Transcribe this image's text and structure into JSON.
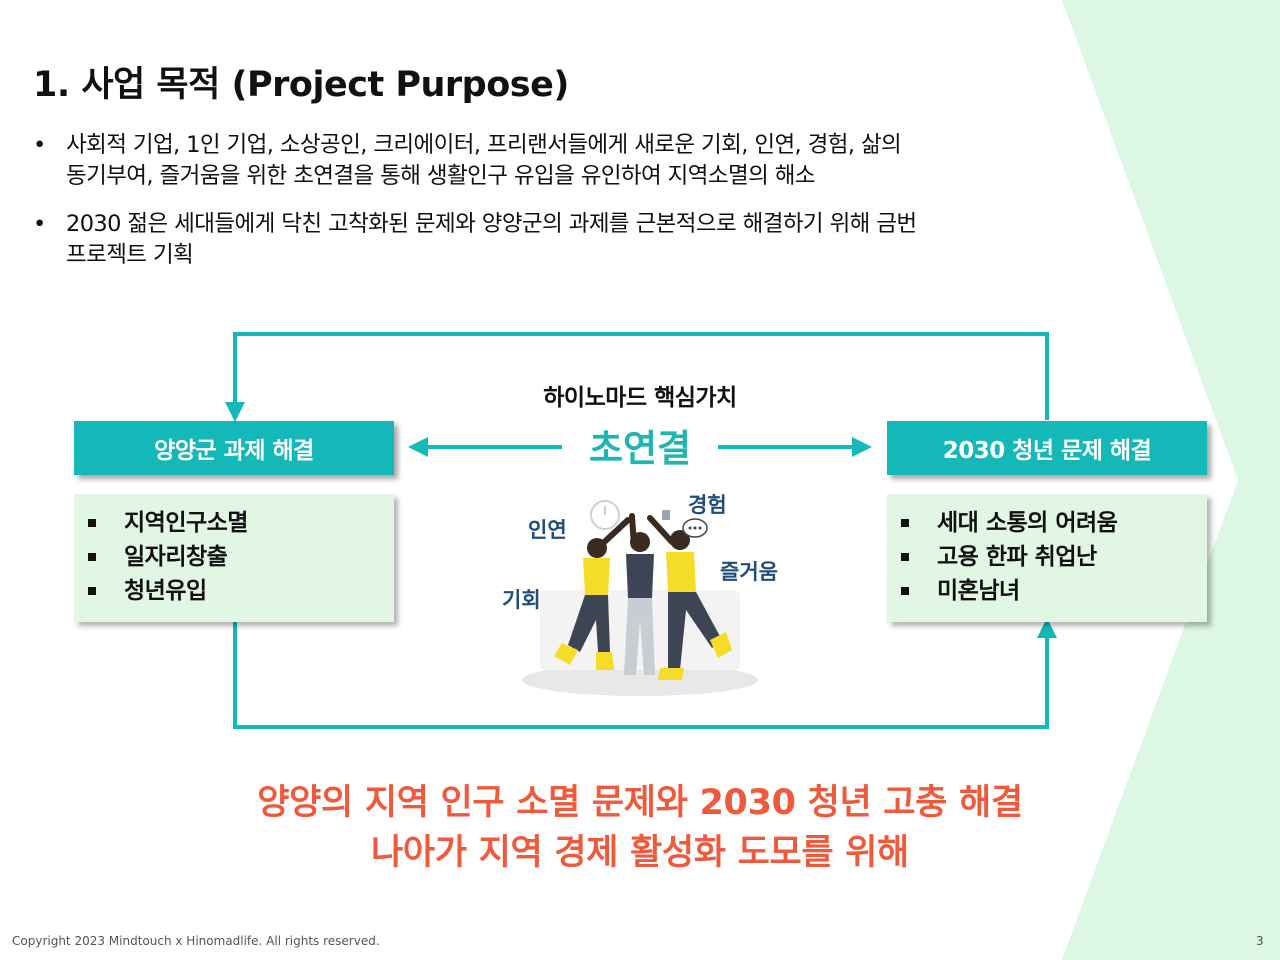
{
  "title": "1. 사업 목적 (Project Purpose)",
  "bullets": [
    {
      "marker": "•",
      "lines": [
        "사회적 기업, 1인 기업, 소상공인, 크리에이터, 프리랜서들에게 새로운 기회, 인연, 경험, 삶의",
        "동기부여, 즐거움을 위한 초연결을 통해 생활인구 유입을 유인하여 지역소멸의 해소"
      ]
    },
    {
      "marker": "•",
      "lines": [
        "2030 젊은 세대들에게 닥친 고착화된 문제와 양양군의 과제를 근본적으로 해결하기 위해 금번",
        "프로젝트 기획"
      ]
    }
  ],
  "core": {
    "label": "하이노마드 핵심가치",
    "value": "초연결"
  },
  "left_box": {
    "title": "양양군 과제 해결",
    "items": [
      "지역인구소멸",
      "일자리창출",
      "청년유입"
    ]
  },
  "right_box": {
    "title": "2030 청년 문제 해결",
    "items": [
      "세대 소통의 어려움",
      "고용 한파 취업난",
      "미혼남녀"
    ]
  },
  "values_words": {
    "connection": "인연",
    "experience": "경험",
    "fun": "즐거움",
    "opportunity": "기회"
  },
  "conclusion": [
    "양양의 지역 인구 소멸 문제와 2030 청년 고충 해결",
    "나아가 지역 경제 활성화 도모를 위해"
  ],
  "footer": {
    "copyright": "Copyright 2023 Mindtouch x Hinomadlife. All rights reserved.",
    "page": "3"
  },
  "colors": {
    "teal": "#14b8b8",
    "accent_text": "#20b5b0",
    "conclusion": "#f05a3c",
    "list_bg": "#e2f7e3",
    "deco_green": "#dcf7e3",
    "word_blue": "#1f4e79"
  }
}
